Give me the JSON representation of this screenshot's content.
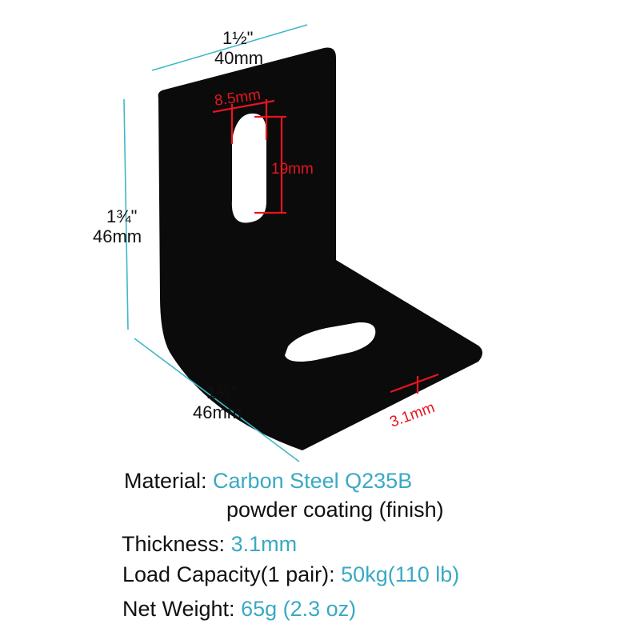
{
  "dimensions": {
    "top_width": {
      "fraction": "1½\"",
      "metric": "40mm"
    },
    "height": {
      "fraction": "1¾\"",
      "metric": "46mm"
    },
    "depth": {
      "fraction": "1¾\"",
      "metric": "46mm"
    },
    "slot_width": "8.5mm",
    "slot_length": "19mm",
    "thickness": "3.1mm"
  },
  "colors": {
    "dimension_line": "#3fb8c8",
    "callout_red": "#e8141e",
    "value_text": "#3aa9c4",
    "bracket": "#0b0b0b"
  },
  "specs": {
    "material_label": "Material:",
    "material_value": "Carbon Steel Q235B",
    "finish": "powder coating (finish)",
    "thickness_label": "Thickness:",
    "thickness_value": "3.1mm",
    "load_label": "Load Capacity(1 pair):",
    "load_value": "50kg(110 lb)",
    "weight_label": "Net Weight:",
    "weight_value": "65g (2.3 oz)"
  }
}
